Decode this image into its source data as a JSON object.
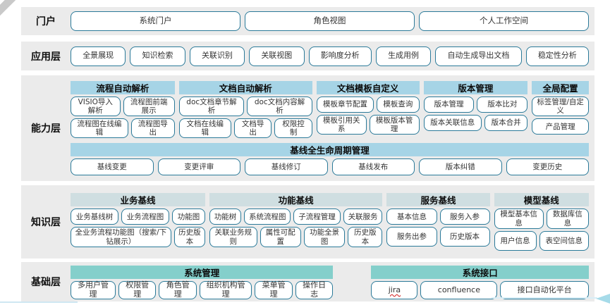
{
  "colors": {
    "band_background": "#ebebeb",
    "capability_header": "#a6d4e6",
    "knowledge_header": "#cfdee1",
    "foundation_header": "#84cfcb",
    "chip_border": "#2b7a99",
    "decoration_blue": "#a6dbe9"
  },
  "layers": [
    {
      "label": "门户",
      "buttons": [
        "系统门户",
        "角色视图",
        "个人工作空间"
      ]
    },
    {
      "label": "应用层",
      "buttons": [
        "全景展现",
        "知识检索",
        "关联识别",
        "关联视图",
        "影响度分析",
        "生成用例",
        "自动生成导出文档",
        "稳定性分析"
      ]
    },
    {
      "label": "能力层",
      "groups": [
        {
          "header": "流程自动解析",
          "rows": [
            [
              "VISIO导入解析",
              "流程图前端展示"
            ],
            [
              "流程图在线编辑",
              "流程图导出"
            ]
          ]
        },
        {
          "header": "文档自动解析",
          "rows": [
            [
              "doc文档章节解析",
              "doc文档内容解析"
            ],
            [
              "文档在线编辑",
              "文档导出",
              "权限控制"
            ]
          ]
        },
        {
          "header": "文档模板自定义",
          "rows": [
            [
              "模板章节配置",
              "模板查询"
            ],
            [
              "模板引用关系",
              "模板版本管理"
            ]
          ]
        },
        {
          "header": "版本管理",
          "rows": [
            [
              "版本管理",
              "版本比对"
            ],
            [
              "版本关联信息",
              "版本合并"
            ]
          ]
        },
        {
          "header": "全局配置",
          "rows": [
            [
              "标签管理/自定义"
            ],
            [
              "产品管理"
            ]
          ]
        }
      ],
      "baseline": {
        "header": "基线全生命周期管理",
        "buttons": [
          "基线变更",
          "变更评审",
          "基线修订",
          "基线发布",
          "版本纠错",
          "变更历史"
        ]
      }
    },
    {
      "label": "知识层",
      "groups": [
        {
          "header": "业务基线",
          "rows": [
            [
              "业务基线树",
              "业务流程图",
              "功能图"
            ],
            [
              "全业务流程功能图（搜索/下钻展示）",
              "历史版本"
            ]
          ]
        },
        {
          "header": "功能基线",
          "rows": [
            [
              "功能树",
              "系统流程图",
              "子流程管理",
              "关联服务"
            ],
            [
              "关联业务规则",
              "属性可配置",
              "功能全景图",
              "历史版本"
            ]
          ]
        },
        {
          "header": "服务基线",
          "rows": [
            [
              "基本信息",
              "服务入参"
            ],
            [
              "服务出参",
              "历史版本"
            ]
          ]
        },
        {
          "header": "模型基线",
          "rows": [
            [
              "模型基本信息",
              "数据库信息"
            ],
            [
              "用户信息",
              "表空间信息"
            ]
          ]
        }
      ]
    },
    {
      "label": "基础层",
      "groups": [
        {
          "header": "系统管理",
          "rows": [
            [
              "多用户管理",
              "权限管理",
              "角色管理",
              "组织机构管理",
              "菜单管理",
              "操作日志"
            ]
          ]
        },
        {
          "header": "系统接口",
          "rows": [
            [
              "jira",
              "confluence",
              "接口自动化平台"
            ]
          ]
        }
      ]
    }
  ]
}
